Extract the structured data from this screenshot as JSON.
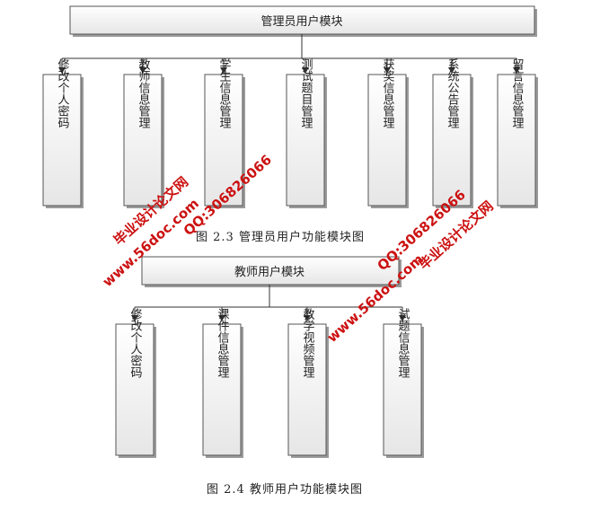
{
  "diagrams": [
    {
      "root": "管理员用户模块",
      "children": [
        "修改个人密码",
        "教师信息管理",
        "学生信息管理",
        "测试题目管理",
        "获奖信息管理",
        "系统公告管理",
        "留言信息管理"
      ],
      "caption": "图 2.3 管理员用户功能模块图"
    },
    {
      "root": "教师用户模块",
      "children": [
        "修改个人密码",
        "课件信息管理",
        "教学视频管理",
        "试题信息管理"
      ],
      "caption": "图 2.4 教师用户功能模块图"
    }
  ],
  "watermarks": [
    {
      "site": "www.56doc.com",
      "qq": "QQ:306826066",
      "brand": "毕业设计论文网"
    },
    {
      "site": "www.56doc.com",
      "qq": "QQ:306826066",
      "brand": "毕业设计论文网"
    }
  ],
  "colors": {
    "box_top": "#ffffff",
    "box_bottom": "#e6e6e6",
    "border": "#555555",
    "watermark": "#cc1111"
  }
}
